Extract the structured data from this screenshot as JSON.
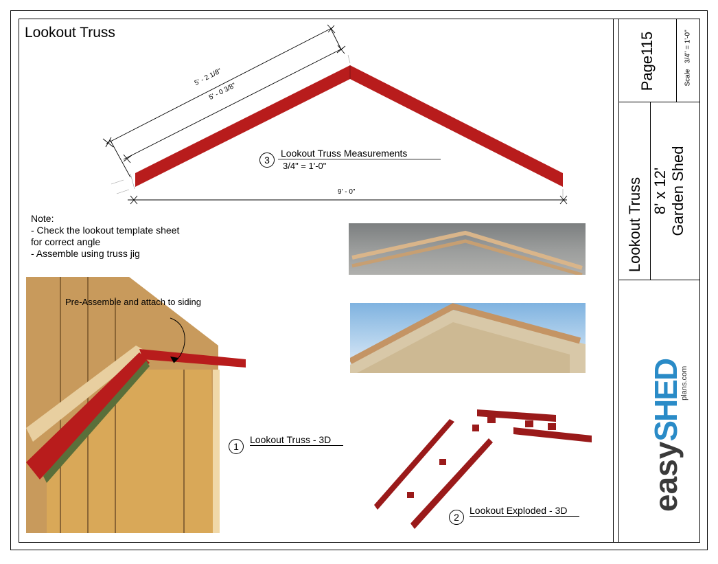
{
  "sheet": {
    "title": "Lookout Truss",
    "page": "Page115",
    "scale_label": "Scale",
    "scale_value": "3/4\" = 1'-0\"",
    "drawing_name": "Lookout Truss",
    "project_size": "8' x 12'",
    "project_name": "Garden Shed",
    "logo": {
      "easy": "easy",
      "shed": "SHED",
      "plans": "plans.com",
      "accent": "#2a8bc7",
      "dark": "#3a3a3a"
    }
  },
  "detail_3": {
    "number": "3",
    "title": "Lookout Truss Measurements",
    "scale": "3/4\" = 1'-0\"",
    "dim_outer": "5' - 2 1/8\"",
    "dim_inner": "5' - 0 3/8\"",
    "dim_span": "9' - 0\""
  },
  "note": {
    "heading": "Note:",
    "line1": "- Check the  lookout template sheet",
    "line2": "for correct angle",
    "line3": "- Assemble using truss jig"
  },
  "detail_1": {
    "number": "1",
    "title": "Lookout Truss - 3D",
    "annotation": "Pre-Assemble and attach to siding"
  },
  "detail_2": {
    "number": "2",
    "title": "Lookout Exploded - 3D"
  },
  "colors": {
    "truss_red": "#b81c1c"
  }
}
